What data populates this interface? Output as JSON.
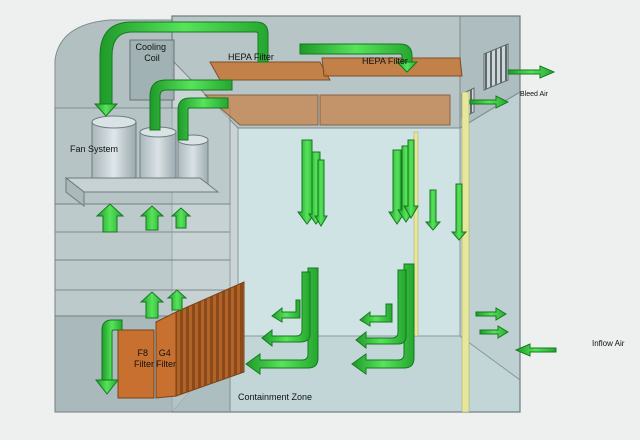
{
  "labels": {
    "cooling_coil": [
      "Cooling",
      "Coil"
    ],
    "hepa_filter_1": "HEPA Filter",
    "hepa_filter_2": "HEPA Filter",
    "bleed_air": "Bleed Air",
    "fan_system": "Fan System",
    "f8_filter": [
      "F8",
      "Filter"
    ],
    "g4_filter": [
      "G4",
      "Filter"
    ],
    "containment_zone": "Containment Zone",
    "inflow_air": "Inflow Air"
  },
  "colors": {
    "background": "#eef0f0",
    "glass": "#b9c6c8",
    "cabinet": "#9fb2b4",
    "airflow_arrow": "#3fd03f",
    "hepa_filter": "#c47a3c",
    "prefilter": "#c8702f",
    "inflow_stripe": "#e6e79a"
  }
}
